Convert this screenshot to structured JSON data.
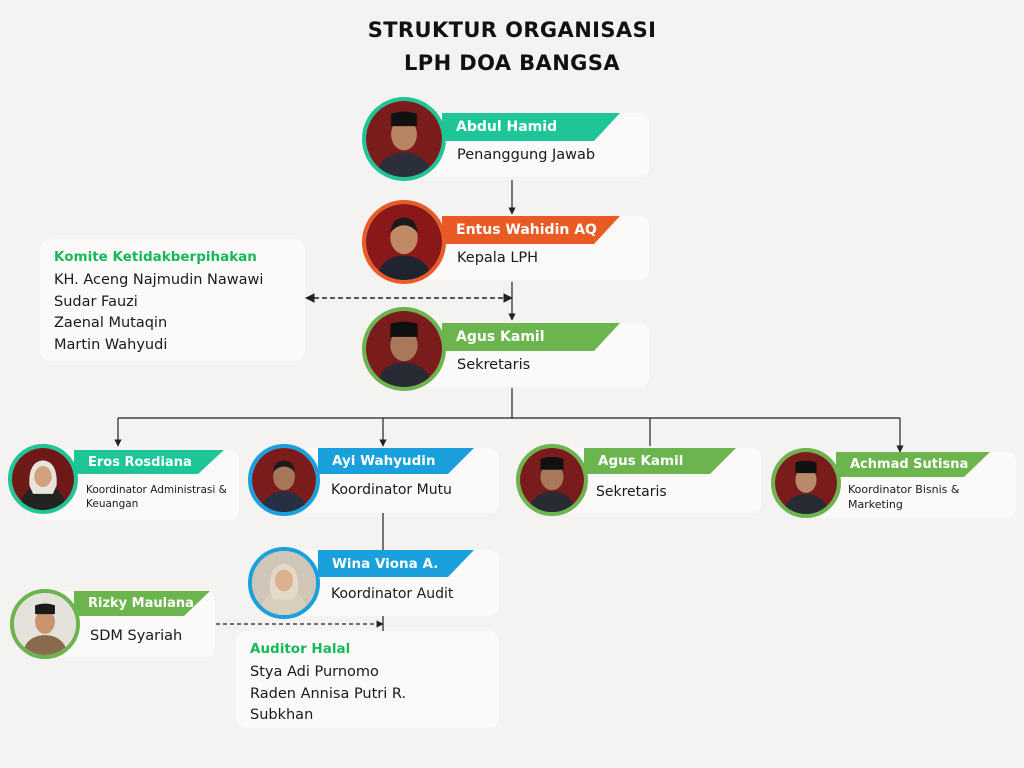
{
  "title": {
    "line1": "STRUKTUR ORGANISASI",
    "line2": "LPH DOA BANGSA"
  },
  "colors": {
    "teal": "#1ec596",
    "orange": "#ea5a24",
    "green": "#6cb44d",
    "blue": "#1aa0dc",
    "list_heading": "#16b85a"
  },
  "members": {
    "abdul": {
      "name": "Abdul Hamid",
      "role": "Penanggung Jawab",
      "color": "teal"
    },
    "entus": {
      "name": "Entus Wahidin AQ",
      "role": "Kepala LPH",
      "color": "orange"
    },
    "agus": {
      "name": "Agus Kamil",
      "role": "Sekretaris",
      "color": "green"
    },
    "eros": {
      "name": "Eros Rosdiana",
      "role_line1": "Koordinator Administrasi &",
      "role_line2": "Keuangan",
      "color": "teal"
    },
    "ayi": {
      "name": "Ayi Wahyudin",
      "role": "Koordinator Mutu",
      "color": "blue"
    },
    "agus2": {
      "name": "Agus Kamil",
      "role": "Sekretaris",
      "color": "green"
    },
    "achmad": {
      "name": "Achmad Sutisna",
      "role_line1": "Koordinator Bisnis &",
      "role_line2": "Marketing",
      "color": "green"
    },
    "wina": {
      "name": "Wina Viona A.",
      "role": "Koordinator Audit",
      "color": "blue"
    },
    "rizky": {
      "name": "Rizky Maulana",
      "role": "SDM Syariah",
      "color": "green"
    }
  },
  "komite": {
    "heading": "Komite Ketidakberpihakan",
    "members": [
      "KH. Aceng Najmudin Nawawi",
      "Sudar Fauzi",
      "Zaenal Mutaqin",
      "Martin Wahyudi"
    ]
  },
  "auditor": {
    "heading": "Auditor Halal",
    "members": [
      "Stya Adi Purnomo",
      "Raden Annisa Putri R.",
      "Subkhan"
    ]
  }
}
